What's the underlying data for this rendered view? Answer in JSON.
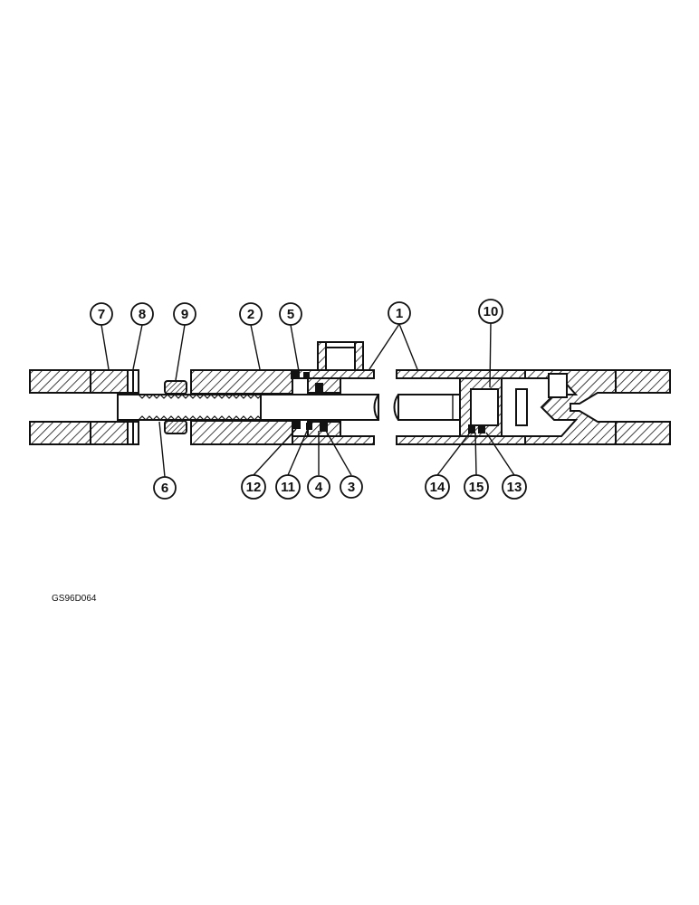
{
  "figure_code": "GS96D064",
  "callouts_top": [
    "7",
    "8",
    "9",
    "2",
    "5",
    "1",
    "10"
  ],
  "callouts_bottom": [
    "6",
    "12",
    "11",
    "4",
    "3",
    "14",
    "15",
    "13"
  ],
  "colors": {
    "ink": "#111111",
    "paper": "#ffffff"
  }
}
